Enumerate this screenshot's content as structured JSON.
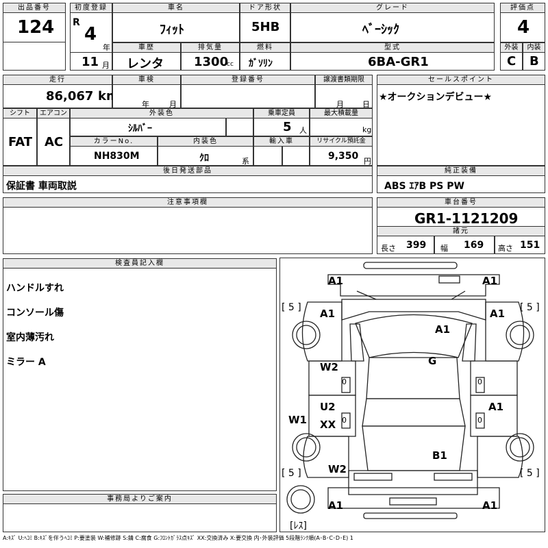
{
  "lot": {
    "label": "出品番号",
    "value": "124"
  },
  "first_reg": {
    "label": "初度登録",
    "era": "R",
    "year": "4",
    "year_unit": "年",
    "month": "11",
    "month_unit": "月"
  },
  "car_name": {
    "label": "車名",
    "value": "ﾌｨｯﾄ"
  },
  "door": {
    "label": "ドア形状",
    "value": "5HB"
  },
  "grade": {
    "label": "グレード",
    "value": "ﾍﾞｰｼｯｸ"
  },
  "score": {
    "label": "評価点",
    "value": "4"
  },
  "history": {
    "label": "車歴",
    "value": "レンタ"
  },
  "displacement": {
    "label": "排気量",
    "value": "1300",
    "unit": "cc"
  },
  "fuel": {
    "label": "燃料",
    "value": "ｶﾞｿﾘﾝ"
  },
  "model": {
    "label": "型式",
    "value": "6BA-GR1"
  },
  "ext_score": {
    "label": "外装",
    "value": "C"
  },
  "int_score": {
    "label": "内装",
    "value": "B"
  },
  "mileage": {
    "label": "走行",
    "value": "86,067",
    "unit": "km"
  },
  "inspection": {
    "label": "車検",
    "year_unit": "年",
    "month_unit": "月"
  },
  "registration": {
    "label": "登録番号"
  },
  "transfer": {
    "label": "譲渡書類期限",
    "month_unit": "月",
    "day_unit": "日"
  },
  "sales_point": {
    "label": "セールスポイント",
    "text": "★オークションデビュー★"
  },
  "shift": {
    "label": "シフト",
    "value": "FAT"
  },
  "aircon": {
    "label": "エアコン",
    "value": "AC"
  },
  "ext_color": {
    "label": "外装色",
    "value": "ｼﾙﾊﾞｰ"
  },
  "capacity": {
    "label": "乗車定員",
    "value": "5",
    "unit": "人"
  },
  "max_load": {
    "label": "最大積載量",
    "unit": "kg"
  },
  "color_no": {
    "label": "カラーNo.",
    "value": "NH830M"
  },
  "int_color": {
    "label": "内装色",
    "value": "ｸﾛ",
    "unit": "系"
  },
  "import": {
    "label": "輸入車"
  },
  "recycle": {
    "label": "リサイクル預託金",
    "value": "9,350",
    "unit": "円"
  },
  "later_items": {
    "label": "後日発送部品",
    "value": "保証書 車両取説"
  },
  "equipment": {
    "label": "純正装備",
    "value": "ABS ｴｱB PS PW"
  },
  "notes": {
    "label": "注意事項欄"
  },
  "chassis": {
    "label": "車台番号",
    "value": "GR1-1121209"
  },
  "specs": {
    "label": "諸元",
    "length_label": "長さ",
    "length": "399",
    "width_label": "幅",
    "width": "169",
    "height_label": "高さ",
    "height": "151"
  },
  "inspector": {
    "label": "検査員記入欄",
    "lines": [
      "ハンドルすれ",
      "コンソール傷",
      "室内薄汚れ",
      "ミラー A"
    ]
  },
  "office": {
    "label": "事務局よりご案内"
  },
  "diagram": {
    "marks": {
      "front_left_bumper": "A1",
      "front_right_bumper": "A1",
      "front_left_fender": "A1",
      "front_right_fender": "A1",
      "hood": "A1",
      "roof": "G",
      "left_front_door": "W2",
      "left_rear_door_a": "U2",
      "left_rear_door_b": "XX",
      "left_sill": "W1",
      "right_rear_door": "A1",
      "trunk": "B1",
      "left_rear_fender": "W2",
      "rear_left_bumper": "A1",
      "rear_right_bumper": "A1"
    },
    "tires": {
      "front_left": "[ 5 ]",
      "front_right": "[ 5 ]",
      "rear_left": "[ 5 ]",
      "rear_right": "[ 5 ]",
      "spare": "[ﾚｽ]"
    },
    "zero": "0"
  },
  "legend": "A:ｷｽﾞ U:ﾍｺﾐ B:ｷｽﾞを伴うﾍｺﾐ P:要塗装 W:補修跡 S:錆 C:腐食 G:ﾌﾛﾝﾄｶﾞﾗｽ点ｷｽﾞ XX:交換済み X:要交換 内･外装評価 5段階ﾗﾝｸ順(A･B･C･D･E) 1"
}
